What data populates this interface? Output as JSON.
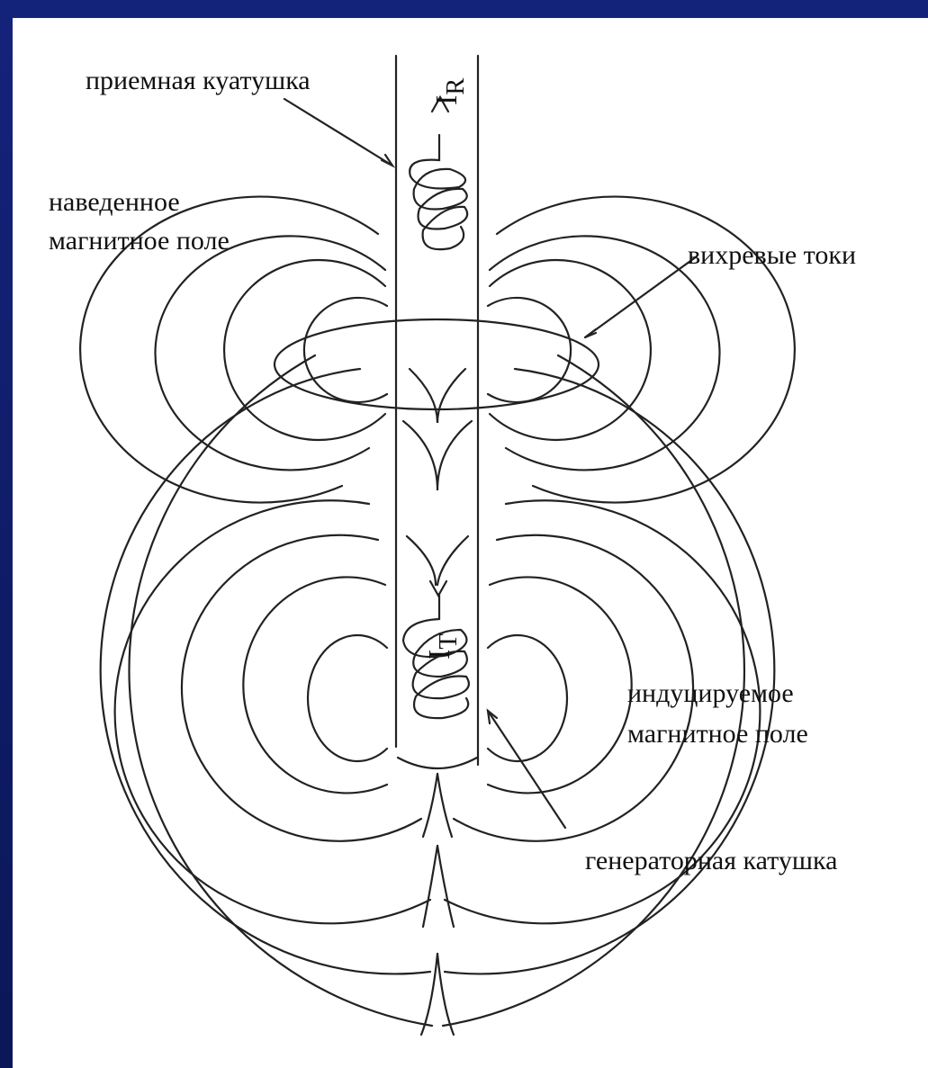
{
  "labels": {
    "receiver_coil": "приемная куатушка",
    "induced_field_line1": "наведенное",
    "induced_field_line2": "магнитное поле",
    "eddy_currents": "вихревые токи",
    "inducing_field_line1": "индуцируемое",
    "inducing_field_line2": "магнитное поле",
    "generator_coil": "генераторная катушка"
  },
  "currents": {
    "receiver": "I",
    "receiver_sub": "R",
    "transmitter": "I",
    "transmitter_sub": "T"
  },
  "colors": {
    "frame": "#0b1a5e",
    "panel": "#ffffff",
    "ink": "#111111"
  }
}
